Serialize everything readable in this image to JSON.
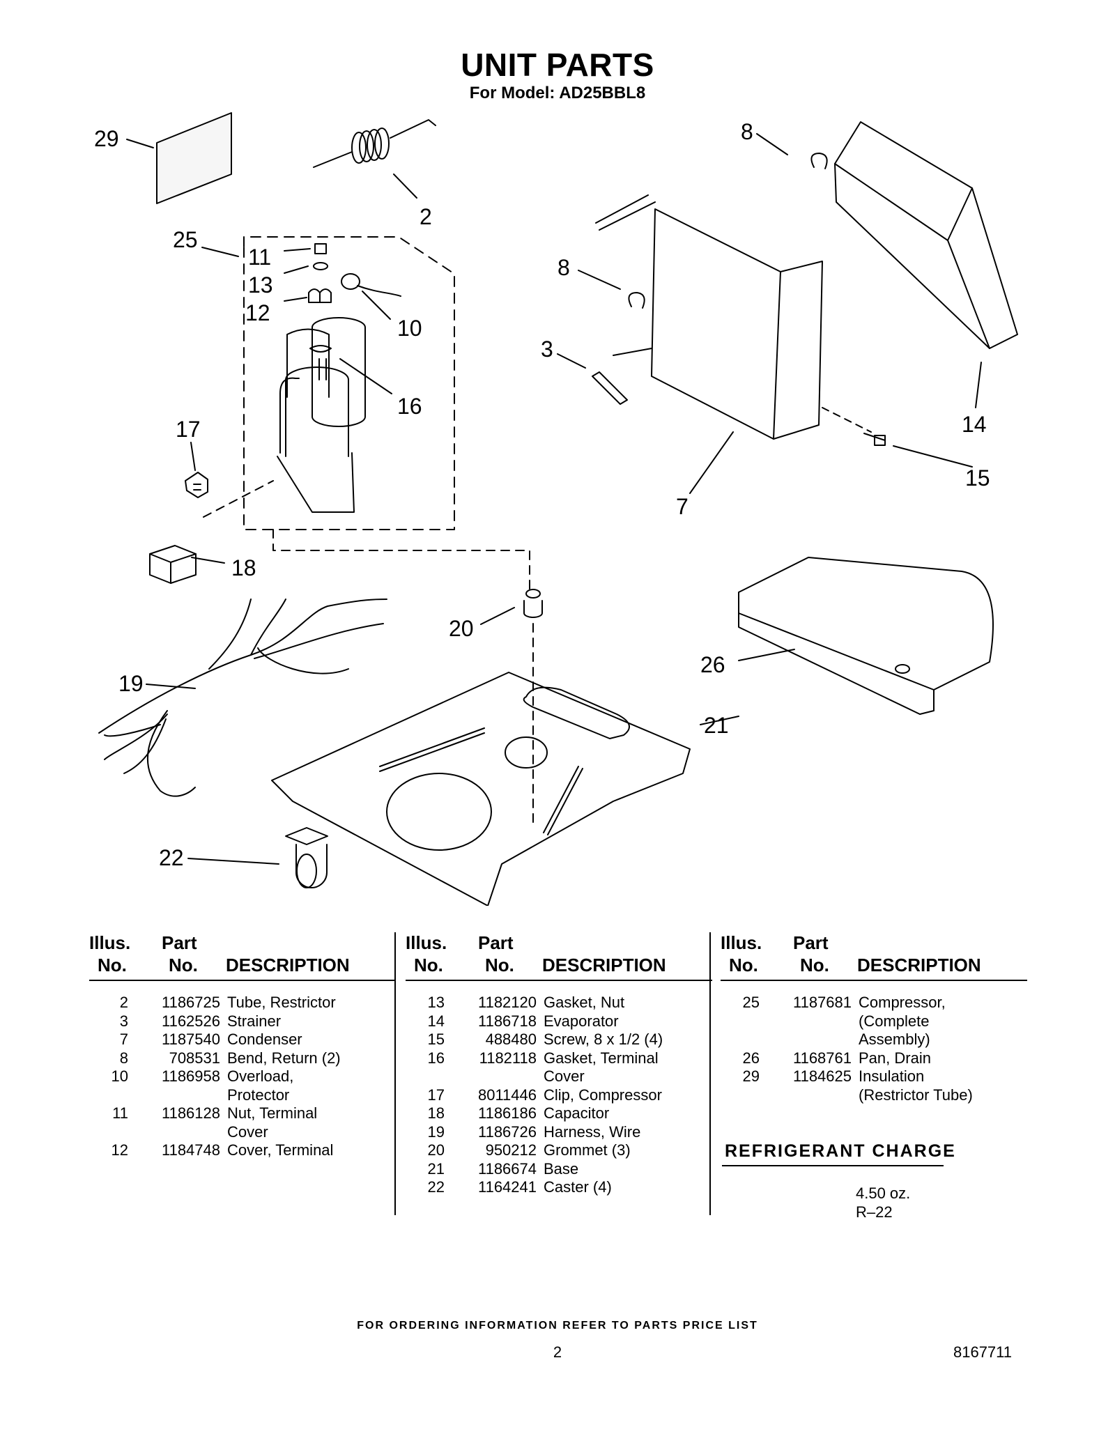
{
  "header": {
    "title": "UNIT PARTS",
    "subtitle": "For Model: AD25BBL8"
  },
  "diagram_callouts": [
    "29",
    "2",
    "25",
    "11",
    "13",
    "12",
    "10",
    "16",
    "17",
    "18",
    "19",
    "20",
    "22",
    "8",
    "8",
    "3",
    "7",
    "14",
    "15",
    "26",
    "21"
  ],
  "table": {
    "header": {
      "illus": "Illus.",
      "illus_no": "No.",
      "part": "Part",
      "part_no": "No.",
      "description": "DESCRIPTION"
    },
    "columns": [
      [
        {
          "illus": "2",
          "part": "1186725",
          "desc": "Tube, Restrictor"
        },
        {
          "illus": "3",
          "part": "1162526",
          "desc": "Strainer"
        },
        {
          "illus": "7",
          "part": "1187540",
          "desc": "Condenser"
        },
        {
          "illus": "8",
          "part": "708531",
          "desc": "Bend, Return (2)"
        },
        {
          "illus": "10",
          "part": "1186958",
          "desc": "Overload,"
        },
        {
          "illus": "",
          "part": "",
          "desc": "Protector"
        },
        {
          "illus": "11",
          "part": "1186128",
          "desc": "Nut, Terminal"
        },
        {
          "illus": "",
          "part": "",
          "desc": "Cover"
        },
        {
          "illus": "12",
          "part": "1184748",
          "desc": "Cover, Terminal"
        }
      ],
      [
        {
          "illus": "13",
          "part": "1182120",
          "desc": "Gasket, Nut"
        },
        {
          "illus": "14",
          "part": "1186718",
          "desc": "Evaporator"
        },
        {
          "illus": "15",
          "part": "488480",
          "desc": "Screw, 8 x 1/2 (4)"
        },
        {
          "illus": "16",
          "part": "1182118",
          "desc": "Gasket, Terminal"
        },
        {
          "illus": "",
          "part": "",
          "desc": "Cover"
        },
        {
          "illus": "17",
          "part": "8011446",
          "desc": "Clip, Compressor"
        },
        {
          "illus": "18",
          "part": "1186186",
          "desc": "Capacitor"
        },
        {
          "illus": "19",
          "part": "1186726",
          "desc": "Harness, Wire"
        },
        {
          "illus": "20",
          "part": "950212",
          "desc": "Grommet (3)"
        },
        {
          "illus": "21",
          "part": "1186674",
          "desc": "Base"
        },
        {
          "illus": "22",
          "part": "1164241",
          "desc": "Caster (4)"
        }
      ],
      [
        {
          "illus": "25",
          "part": "1187681",
          "desc": "Compressor,"
        },
        {
          "illus": "",
          "part": "",
          "desc": "(Complete"
        },
        {
          "illus": "",
          "part": "",
          "desc": "Assembly)"
        },
        {
          "illus": "26",
          "part": "1168761",
          "desc": "Pan, Drain"
        },
        {
          "illus": "29",
          "part": "1184625",
          "desc": "Insulation"
        },
        {
          "illus": "",
          "part": "",
          "desc": "(Restrictor Tube)"
        }
      ]
    ]
  },
  "refrigerant": {
    "heading": "REFRIGERANT CHARGE",
    "amount": "4.50 oz.",
    "type": "R–22"
  },
  "footer": {
    "ordering": "FOR ORDERING INFORMATION REFER TO PARTS PRICE LIST",
    "page": "2",
    "doc_number": "8167711"
  }
}
